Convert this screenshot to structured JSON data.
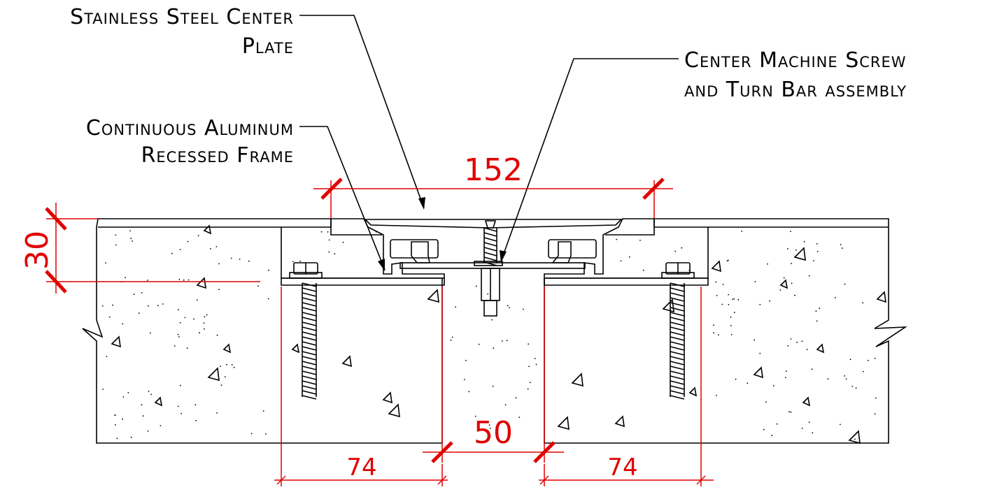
{
  "callouts": {
    "center_plate": [
      "Stainless Steel Center",
      "Plate"
    ],
    "machine_screw": [
      "Center Machine Screw",
      "and Turn Bar assembly"
    ],
    "recessed_frame": [
      "Continuous Aluminum",
      "Recessed Frame"
    ]
  },
  "dimensions": {
    "overall_width": "152",
    "depth": "30",
    "gap": "50",
    "left_frame": "74",
    "right_frame": "74"
  },
  "colors": {
    "dimension": "#e00000",
    "linework": "#000000"
  }
}
